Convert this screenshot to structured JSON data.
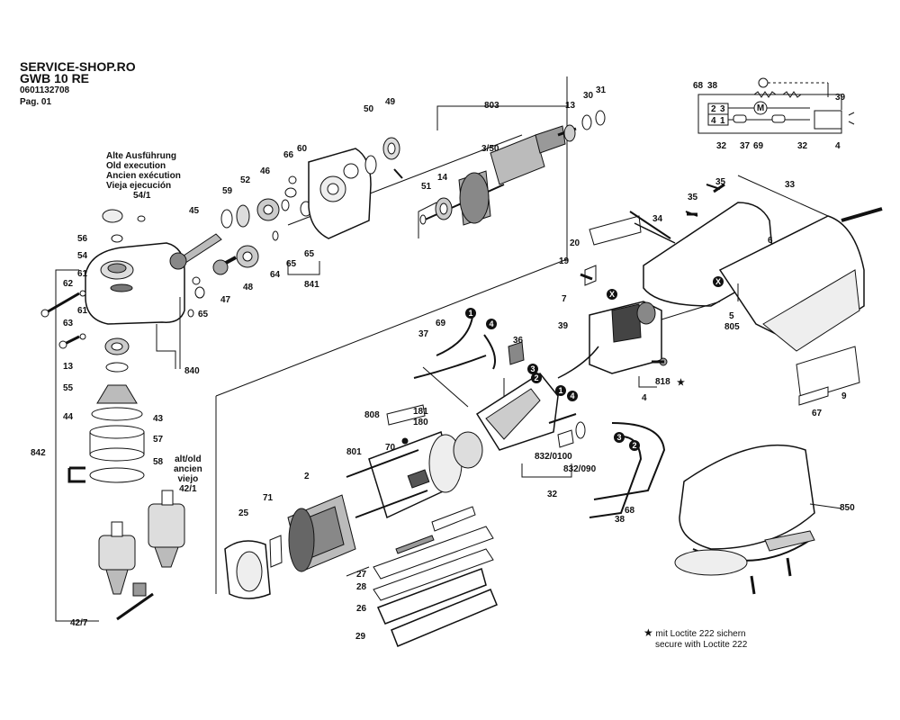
{
  "header": {
    "shop": "SERVICE-SHOP.RO",
    "model": "GWB 10 RE",
    "part_number": "0601132708",
    "page": "Pag. 01"
  },
  "old_execution": {
    "lines": [
      "Alte Ausführung",
      "Old execution",
      "Ancien exécution",
      "Vieja ejecución"
    ],
    "ref": "54/1"
  },
  "alt_old": {
    "lines": [
      "alt/old",
      "ancien",
      "viejo"
    ],
    "ref": "42/1"
  },
  "note": {
    "star": "★",
    "line1": "mit Loctite 222 sichern",
    "line2": "secure with Loctite 222"
  },
  "part_labels": [
    {
      "t": "49"
    },
    {
      "t": "50"
    },
    {
      "t": "803"
    },
    {
      "t": "13"
    },
    {
      "t": "30"
    },
    {
      "t": "31"
    },
    {
      "t": "60"
    },
    {
      "t": "66"
    },
    {
      "t": "46"
    },
    {
      "t": "52"
    },
    {
      "t": "59"
    },
    {
      "t": "45"
    },
    {
      "t": "56"
    },
    {
      "t": "54"
    },
    {
      "t": "61"
    },
    {
      "t": "62"
    },
    {
      "t": "63"
    },
    {
      "t": "61"
    },
    {
      "t": "13"
    },
    {
      "t": "55"
    },
    {
      "t": "44"
    },
    {
      "t": "43"
    },
    {
      "t": "57"
    },
    {
      "t": "58"
    },
    {
      "t": "842"
    },
    {
      "t": "840"
    },
    {
      "t": "65"
    },
    {
      "t": "47"
    },
    {
      "t": "48"
    },
    {
      "t": "64"
    },
    {
      "t": "65"
    },
    {
      "t": "65"
    },
    {
      "t": "841"
    },
    {
      "t": "14"
    },
    {
      "t": "3/50"
    },
    {
      "t": "51"
    },
    {
      "t": "35"
    },
    {
      "t": "35"
    },
    {
      "t": "33"
    },
    {
      "t": "34"
    },
    {
      "t": "20"
    },
    {
      "t": "6"
    },
    {
      "t": "19"
    },
    {
      "t": "7"
    },
    {
      "t": "39"
    },
    {
      "t": "5"
    },
    {
      "t": "805"
    },
    {
      "t": "818"
    },
    {
      "t": "4"
    },
    {
      "t": "9"
    },
    {
      "t": "67"
    },
    {
      "t": "69"
    },
    {
      "t": "37"
    },
    {
      "t": "36"
    },
    {
      "t": "808"
    },
    {
      "t": "181"
    },
    {
      "t": "180"
    },
    {
      "t": "70"
    },
    {
      "t": "801"
    },
    {
      "t": "2"
    },
    {
      "t": "71"
    },
    {
      "t": "25"
    },
    {
      "t": "832/0100"
    },
    {
      "t": "832/090"
    },
    {
      "t": "32"
    },
    {
      "t": "38"
    },
    {
      "t": "68"
    },
    {
      "t": "850"
    },
    {
      "t": "27"
    },
    {
      "t": "28"
    },
    {
      "t": "26"
    },
    {
      "t": "29"
    },
    {
      "t": "42/7"
    }
  ],
  "circle_markers": [
    {
      "t": "1"
    },
    {
      "t": "4"
    },
    {
      "t": "2"
    },
    {
      "t": "3"
    },
    {
      "t": "1"
    },
    {
      "t": "4"
    },
    {
      "t": "3"
    },
    {
      "t": "2"
    },
    {
      "t": "X"
    },
    {
      "t": "X"
    }
  ],
  "schematic": {
    "labels": [
      {
        "t": "68"
      },
      {
        "t": "38"
      },
      {
        "t": "39"
      },
      {
        "t": "32"
      },
      {
        "t": "37"
      },
      {
        "t": "69"
      },
      {
        "t": "32"
      },
      {
        "t": "4"
      }
    ],
    "terminals": [
      "2",
      "3",
      "4",
      "1"
    ],
    "motor": "M"
  },
  "colors": {
    "ink": "#111111",
    "paper": "#ffffff",
    "shade": "#9a9a9a"
  }
}
